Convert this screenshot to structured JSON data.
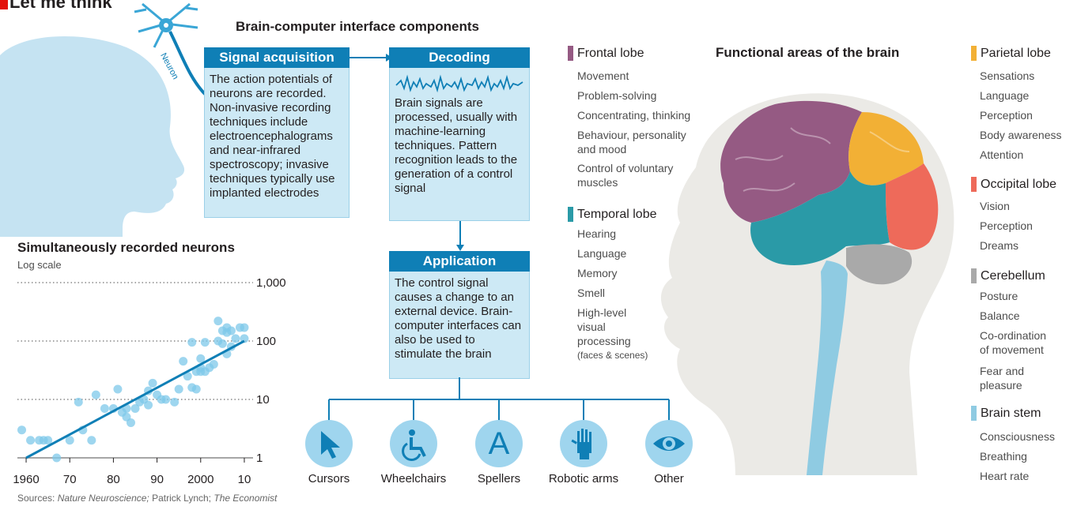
{
  "header": {
    "title": "Let me think"
  },
  "diagram": {
    "title": "Brain-computer interface components",
    "neuron_label": "Neuron",
    "signal": {
      "head": "Signal acquisition",
      "lines": [
        "The action potentials of",
        "neurons are recorded.",
        "Non-invasive recording",
        "techniques include",
        "electroencephalograms",
        "and near-infrared",
        "spectroscopy; invasive",
        "techniques typically use",
        "implanted electrodes"
      ]
    },
    "decoding": {
      "head": "Decoding",
      "lines": [
        "Brain signals are",
        "processed, usually with",
        "machine-learning",
        "techniques. Pattern",
        "recognition leads to the",
        "generation of a control",
        "signal"
      ]
    },
    "application": {
      "head": "Application",
      "lines": [
        "The control signal",
        "causes a change to an",
        "external device. Brain-",
        "computer interfaces can",
        "also be used to",
        "stimulate the brain"
      ]
    },
    "devices": [
      {
        "label": "Cursors",
        "icon": "cursor-icon"
      },
      {
        "label": "Wheelchairs",
        "icon": "wheelchair-icon"
      },
      {
        "label": "Spellers",
        "icon": "letter-a-icon",
        "glyph": "A"
      },
      {
        "label": "Robotic arms",
        "icon": "robotic-hand-icon"
      },
      {
        "label": "Other",
        "icon": "eye-icon"
      }
    ]
  },
  "brain": {
    "title": "Functional areas of the brain",
    "frontal": {
      "name": "Frontal lobe",
      "color": "#955a83",
      "items": [
        "Movement",
        "Problem-solving",
        "Concentrating, thinking",
        "Behaviour, personality",
        "and mood",
        "Control of voluntary",
        "muscles"
      ]
    },
    "temporal": {
      "name": "Temporal lobe",
      "color": "#2a9aa7",
      "items": [
        "Hearing",
        "Language",
        "Memory",
        "Smell",
        "High-level",
        "visual",
        "processing",
        "(faces & scenes)"
      ]
    },
    "parietal": {
      "name": "Parietal lobe",
      "color": "#f2b035",
      "items": [
        "Sensations",
        "Language",
        "Perception",
        "Body awareness",
        "Attention"
      ]
    },
    "occipital": {
      "name": "Occipital lobe",
      "color": "#ee6a5a",
      "items": [
        "Vision",
        "Perception",
        "Dreams"
      ]
    },
    "cerebellum": {
      "name": "Cerebellum",
      "color": "#a9a9a9",
      "items": [
        "Posture",
        "Balance",
        "Co-ordination",
        "of movement",
        "Fear and",
        "pleasure"
      ]
    },
    "stem": {
      "name": "Brain stem",
      "color": "#8fcbe2",
      "items": [
        "Consciousness",
        "Breathing",
        "Heart rate"
      ]
    }
  },
  "chart_data": {
    "type": "scatter",
    "title": "Simultaneously recorded neurons",
    "subtitle": "Log scale",
    "x_ticks": [
      "1960",
      "70",
      "80",
      "90",
      "2000",
      "10"
    ],
    "y_ticks": [
      "1,000",
      "100",
      "10",
      "1"
    ],
    "xlim": [
      1958,
      2012
    ],
    "ylim": [
      1,
      1000
    ],
    "yscale": "log",
    "points": [
      [
        1959,
        3
      ],
      [
        1961,
        2
      ],
      [
        1963,
        2
      ],
      [
        1964,
        2
      ],
      [
        1965,
        2
      ],
      [
        1967,
        1
      ],
      [
        1970,
        2
      ],
      [
        1972,
        9
      ],
      [
        1973,
        3
      ],
      [
        1975,
        2
      ],
      [
        1976,
        12
      ],
      [
        1978,
        7
      ],
      [
        1980,
        7
      ],
      [
        1981,
        15
      ],
      [
        1982,
        6
      ],
      [
        1983,
        5
      ],
      [
        1983,
        7
      ],
      [
        1984,
        4
      ],
      [
        1985,
        7
      ],
      [
        1986,
        9
      ],
      [
        1987,
        10
      ],
      [
        1988,
        14
      ],
      [
        1988,
        8
      ],
      [
        1989,
        19
      ],
      [
        1990,
        12
      ],
      [
        1991,
        10
      ],
      [
        1992,
        10
      ],
      [
        1994,
        9
      ],
      [
        1995,
        15
      ],
      [
        1996,
        45
      ],
      [
        1997,
        25
      ],
      [
        1998,
        16
      ],
      [
        1998,
        95
      ],
      [
        1999,
        30
      ],
      [
        1999,
        15
      ],
      [
        2000,
        35
      ],
      [
        2000,
        50
      ],
      [
        2000,
        30
      ],
      [
        2001,
        30
      ],
      [
        2001,
        95
      ],
      [
        2002,
        35
      ],
      [
        2003,
        40
      ],
      [
        2004,
        100
      ],
      [
        2004,
        220
      ],
      [
        2005,
        150
      ],
      [
        2005,
        90
      ],
      [
        2006,
        140
      ],
      [
        2006,
        60
      ],
      [
        2006,
        170
      ],
      [
        2007,
        80
      ],
      [
        2007,
        150
      ],
      [
        2008,
        110
      ],
      [
        2009,
        170
      ],
      [
        2010,
        110
      ],
      [
        2010,
        170
      ]
    ],
    "trend": [
      [
        1960,
        1
      ],
      [
        2010,
        100
      ]
    ]
  },
  "source": {
    "prefix": "Sources: ",
    "s1": "Nature Neuroscience;",
    "s2": " Patrick Lynch; ",
    "s3": "The Economist"
  }
}
